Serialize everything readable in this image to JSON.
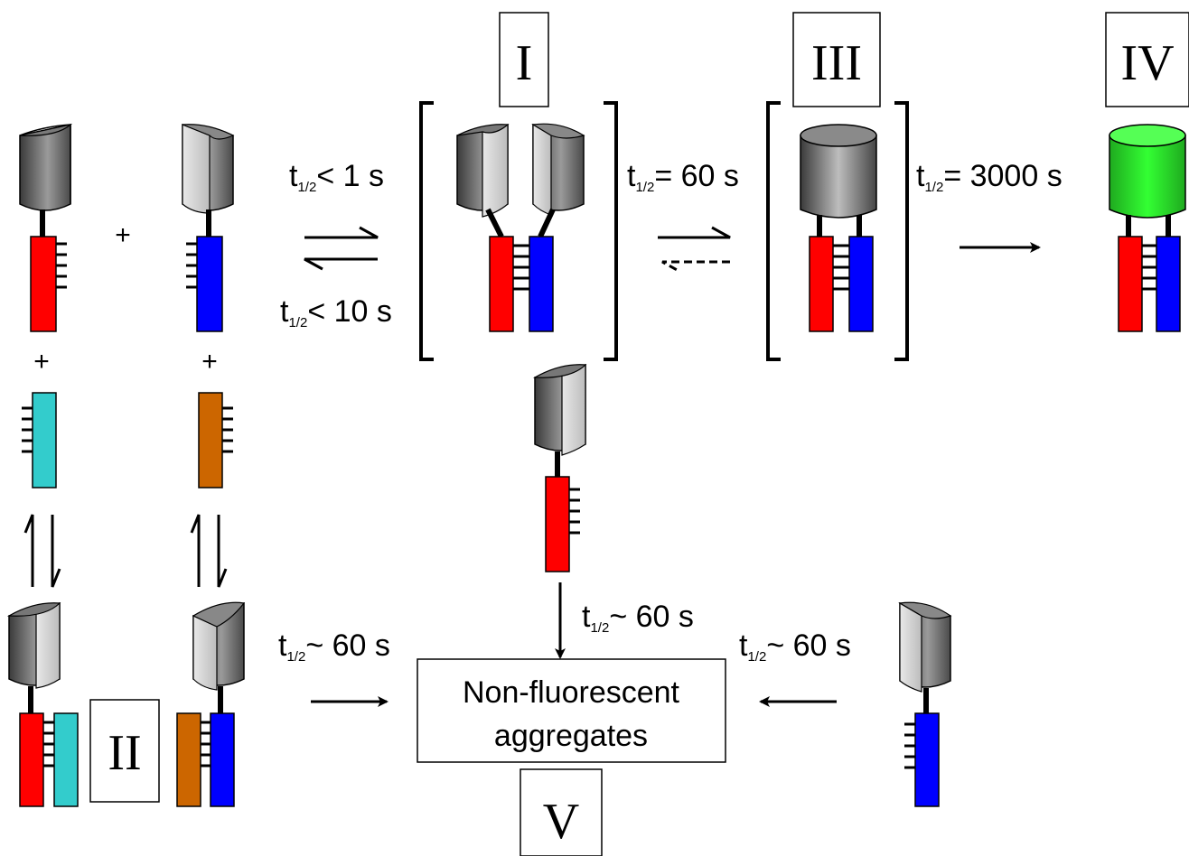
{
  "labels": {
    "I": "I",
    "II": "II",
    "III": "III",
    "IV": "IV",
    "V": "V"
  },
  "rates": {
    "forward_1": {
      "sym": "t",
      "frac": "1/2",
      "rest": "< 1 s"
    },
    "reverse_1": {
      "sym": "t",
      "frac": "1/2",
      "rest": "< 10 s"
    },
    "forward_2": {
      "sym": "t",
      "frac": "1/2",
      "rest": "= 60 s"
    },
    "forward_3": {
      "sym": "t",
      "frac": "1/2",
      "rest": "= 3000 s"
    },
    "to_aggregates_top": {
      "sym": "t",
      "frac": "1/2",
      "rest": "~ 60 s"
    },
    "to_aggregates_left": {
      "sym": "t",
      "frac": "1/2",
      "rest": "~ 60 s"
    },
    "to_aggregates_right": {
      "sym": "t",
      "frac": "1/2",
      "rest": "~ 60 s"
    }
  },
  "plus_signs": [
    "+",
    "+",
    "+"
  ],
  "aggregates_box": {
    "line1": "Non-fluorescent",
    "line2": "aggregates"
  },
  "colors": {
    "red_strand": "#ff0000",
    "blue_strand": "#0000ff",
    "cyan_strand": "#33cccc",
    "brown_strand": "#cc6600",
    "fluorescent_cap": "#33ff33",
    "dark_cap": "#555555",
    "light_cap": "#dddddd"
  }
}
